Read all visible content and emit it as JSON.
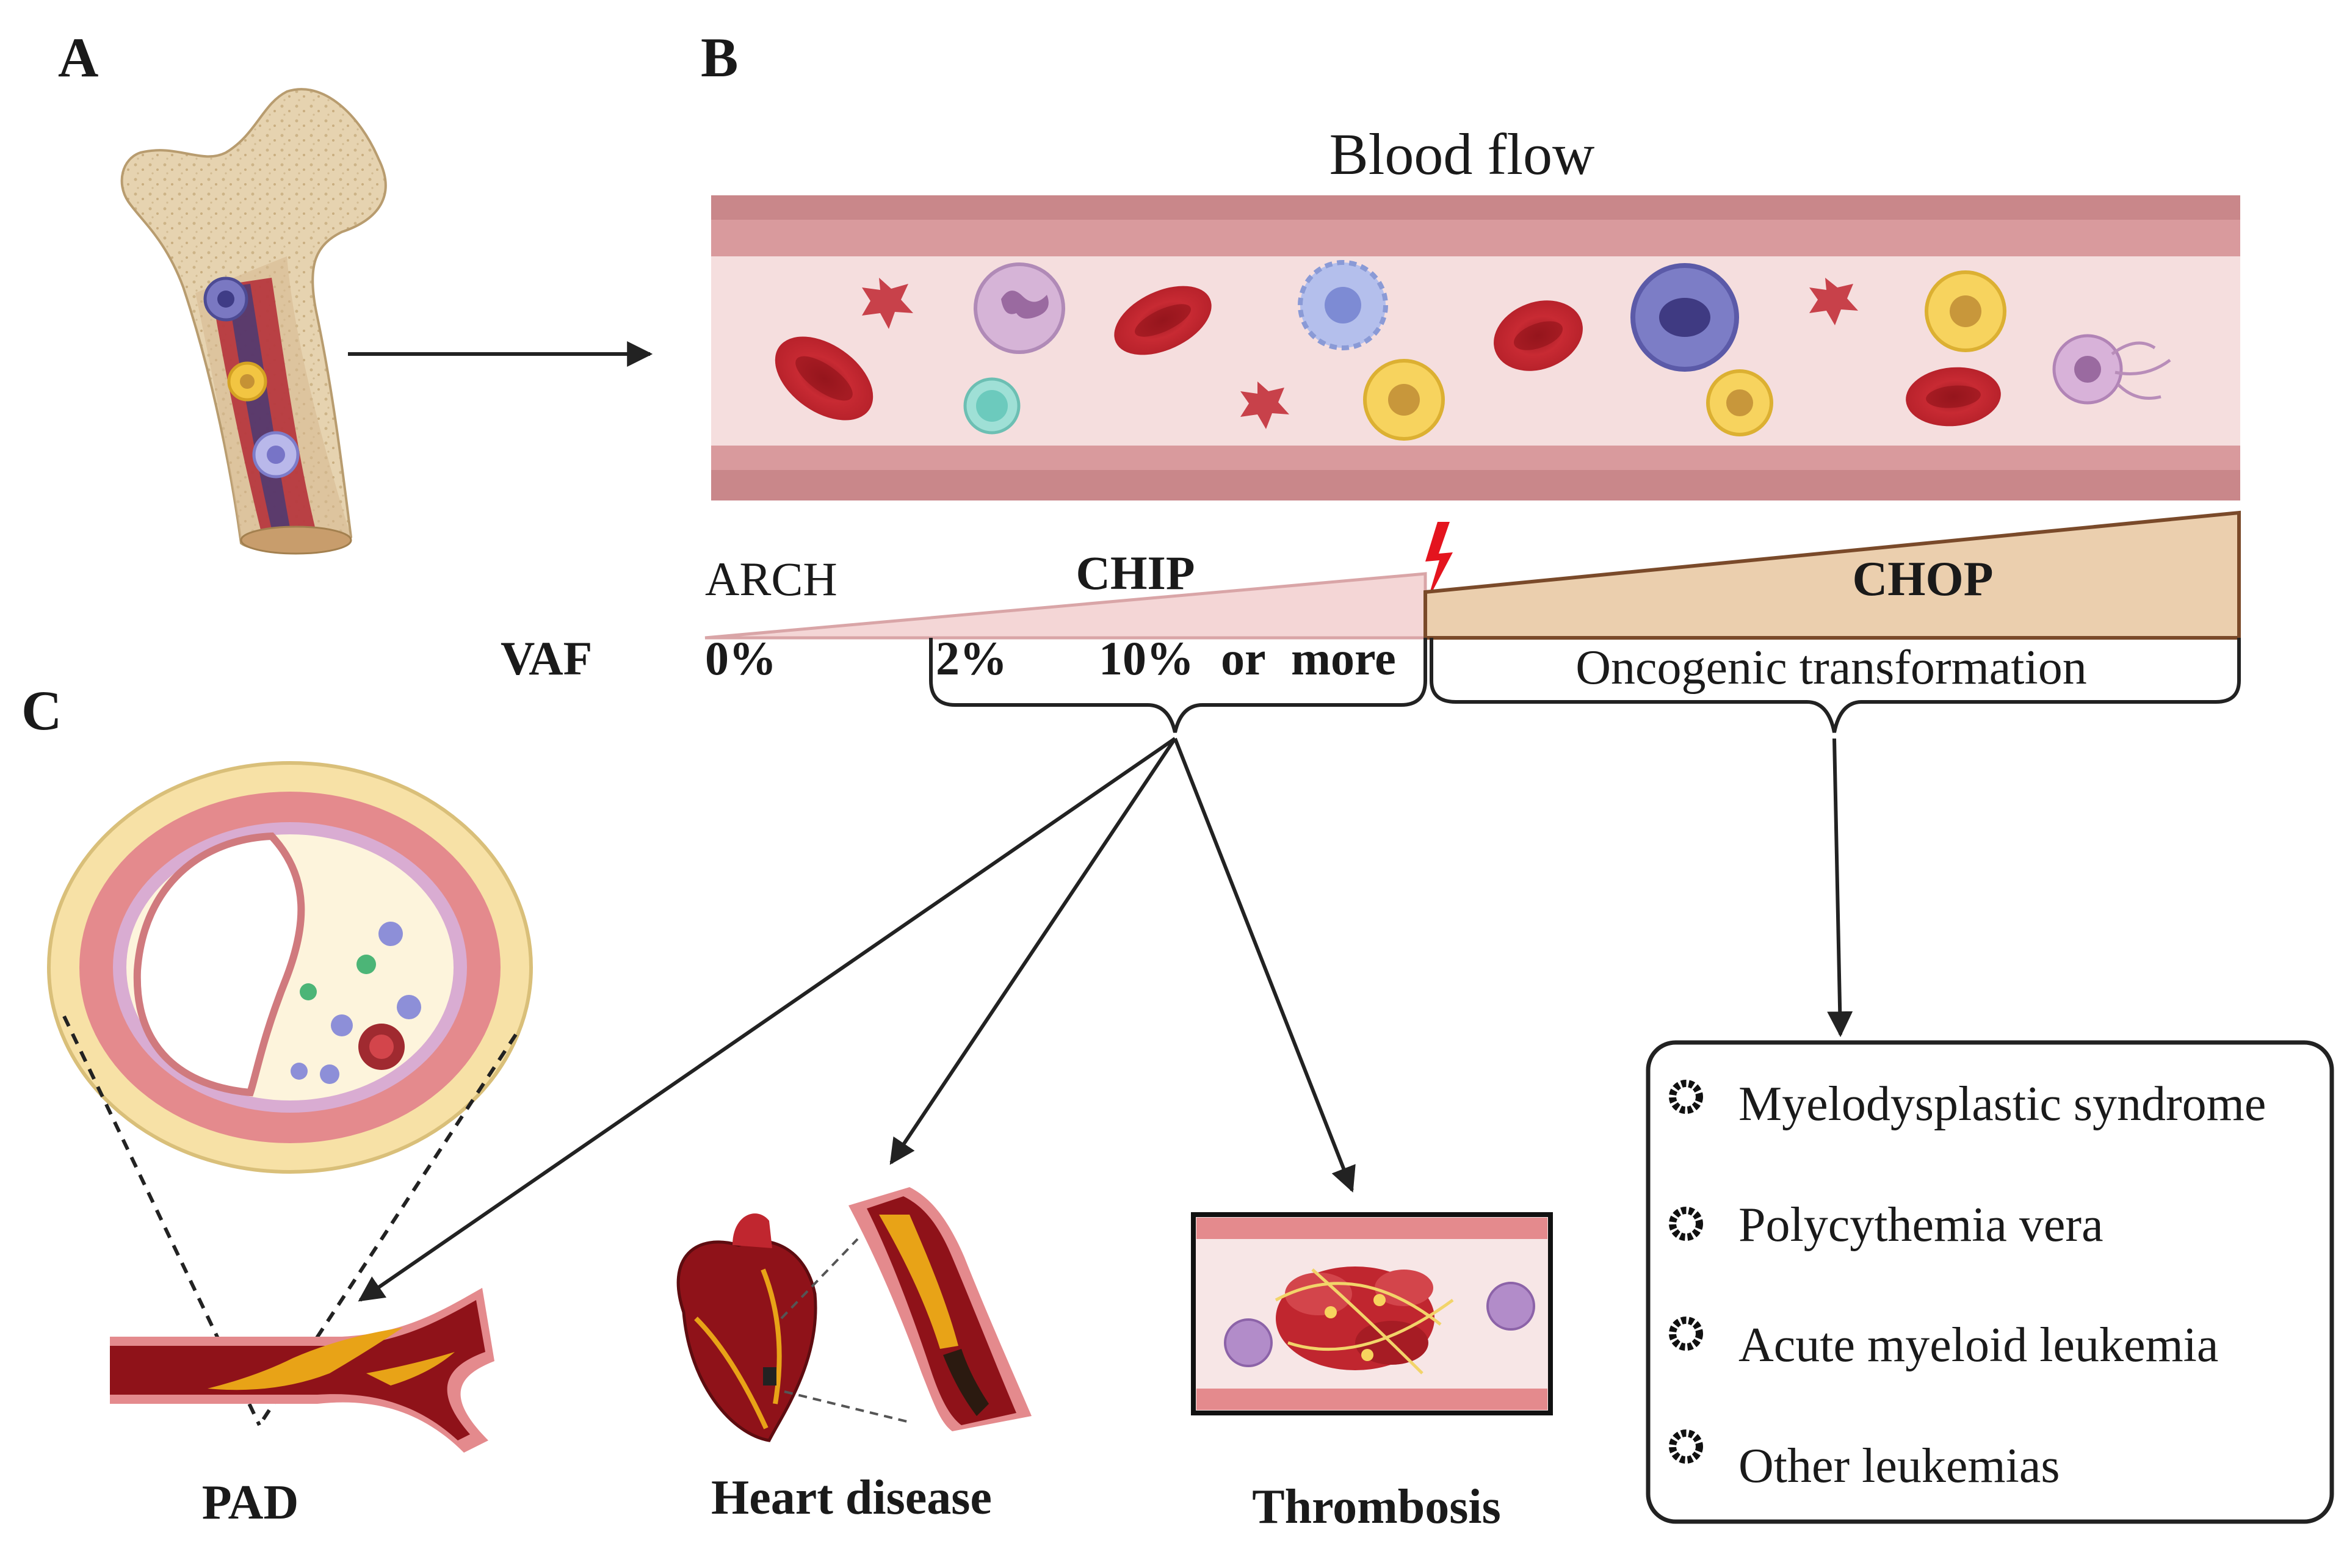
{
  "panels": {
    "a": "A",
    "b": "B",
    "c": "C"
  },
  "blood_flow_title": "Blood flow",
  "stages": {
    "arch": "ARCH",
    "chip": "CHIP",
    "chop": "CHOP"
  },
  "vaf": {
    "label": "VAF",
    "ticks": [
      "0%",
      "2%",
      "10%",
      "or",
      "more"
    ]
  },
  "oncogenic_label": "Oncogenic transformation",
  "diseases": [
    "Myelodysplastic syndrome",
    "Polycythemia vera",
    "Acute myeloid leukemia",
    "Other leukemias"
  ],
  "outcomes": {
    "pad": "PAD",
    "heart": "Heart disease",
    "thrombosis": "Thrombosis"
  },
  "colors": {
    "vessel_wall": "#c9878a",
    "vessel_lumen": "#f5dede",
    "rbc": "#c0262f",
    "chop_fill": "#ebcfae",
    "chop_stroke": "#7a4a2a",
    "arch_fill": "#f4d6d6",
    "lightning": "#e4141e",
    "plaque": "#e8a317"
  }
}
